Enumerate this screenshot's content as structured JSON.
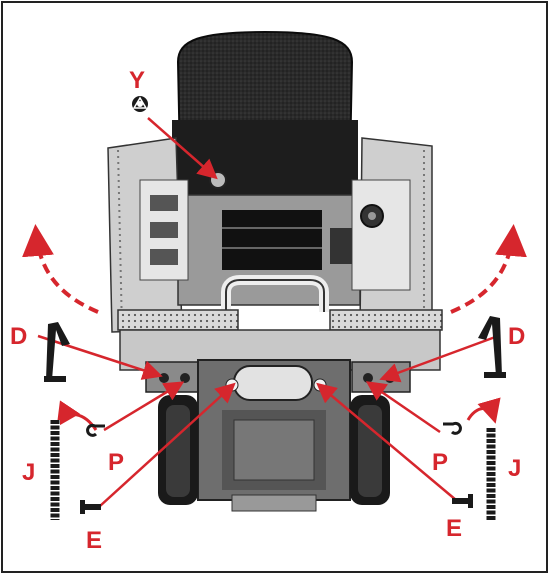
{
  "diagram": {
    "accent_color": "#d6262d",
    "part_color": "#1a1a1a",
    "photo_subject": "locomotive front (rear view) with truck",
    "callouts": {
      "Y": "Y",
      "D_left": "D",
      "D_right": "D",
      "P_left": "P",
      "P_right": "P",
      "J_left": "J",
      "J_right": "J",
      "E_left": "E",
      "E_right": "E"
    },
    "part_icons": [
      "nut-icon",
      "coupler-icon",
      "hook-icon",
      "spring-icon",
      "screw-icon"
    ]
  }
}
